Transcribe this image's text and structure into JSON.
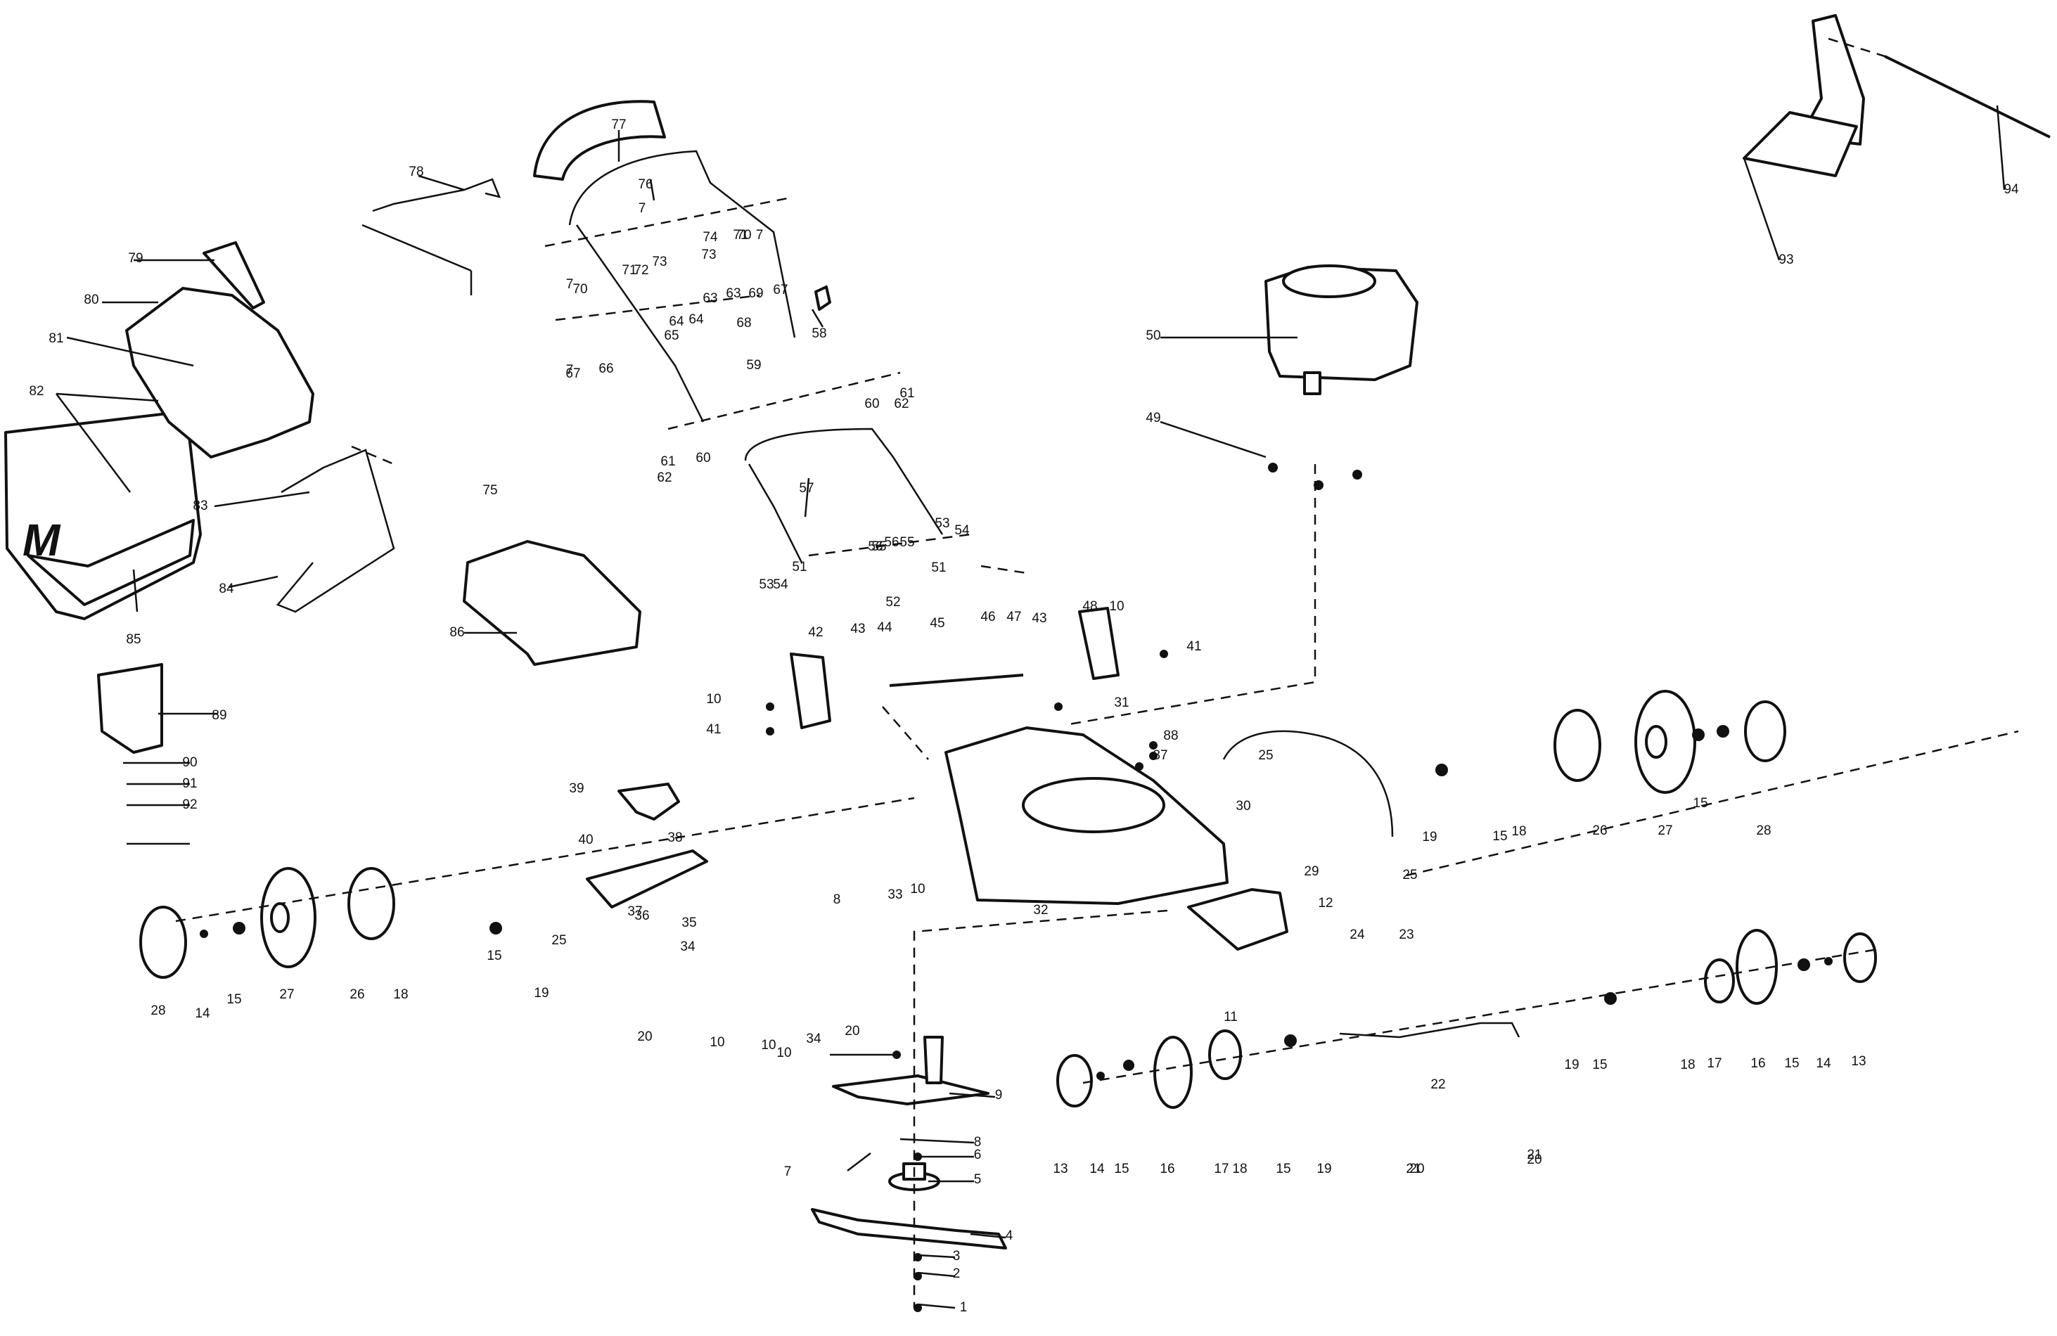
{
  "diagram": {
    "title": "",
    "brand_mark": "M",
    "callouts": [
      "1",
      "2",
      "3",
      "4",
      "5",
      "6",
      "7",
      "8",
      "9",
      "10",
      "11",
      "12",
      "13",
      "14",
      "15",
      "16",
      "17",
      "18",
      "19",
      "20",
      "21",
      "22",
      "23",
      "24",
      "25",
      "26",
      "27",
      "28",
      "29",
      "30",
      "31",
      "32",
      "33",
      "34",
      "35",
      "36",
      "37",
      "38",
      "39",
      "40",
      "41",
      "42",
      "43",
      "44",
      "45",
      "46",
      "47",
      "48",
      "49",
      "50",
      "51",
      "52",
      "53",
      "54",
      "55",
      "56",
      "57",
      "58",
      "59",
      "60",
      "61",
      "62",
      "63",
      "64",
      "65",
      "66",
      "67",
      "68",
      "69",
      "70",
      "71",
      "72",
      "73",
      "74",
      "75",
      "76",
      "77",
      "78",
      "79",
      "80",
      "81",
      "82",
      "83",
      "84",
      "85",
      "86",
      "87",
      "88",
      "89",
      "90",
      "91",
      "92",
      "93",
      "94"
    ],
    "colors": {
      "line": "#111111",
      "background": "#ffffff"
    }
  }
}
